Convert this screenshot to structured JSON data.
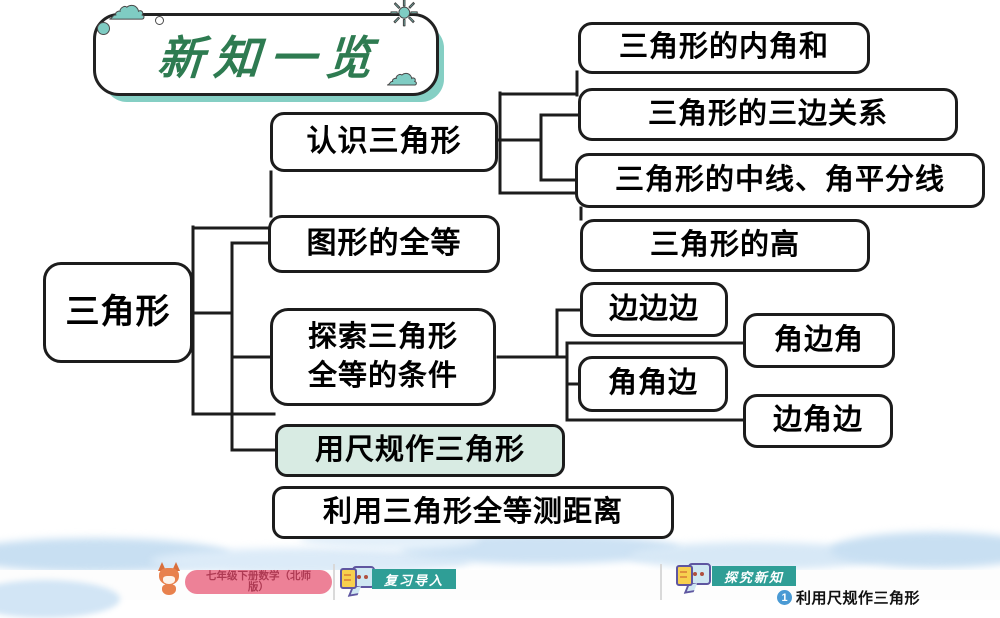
{
  "slide": {
    "title_badge": {
      "title": "新知一览"
    },
    "mindmap": {
      "root": "三角形",
      "level1": [
        {
          "label": "认识三角形"
        },
        {
          "label": "图形的全等"
        },
        {
          "label": "探索三角形全等的条件",
          "lines": [
            "探索三角形",
            "全等的条件"
          ]
        },
        {
          "label": "用尺规作三角形",
          "highlighted": true
        },
        {
          "label": "利用三角形全等测距离"
        }
      ],
      "renshi_children": [
        "三角形的内角和",
        "三角形的三边关系",
        "三角形的中线、角平分线",
        "三角形的高"
      ],
      "tansuo_children": [
        "边边边",
        "角边角",
        "角角边",
        "边角边"
      ]
    },
    "footer": {
      "textbook_lines": [
        "七年级下册数学（北师",
        "版）"
      ],
      "badge_review": "复习导入",
      "badge_explore": "探究新知",
      "subtopic_number": "1",
      "subtopic_title": "利用尺规作三角形"
    },
    "icons": {
      "cloud": "☁",
      "sun": "☀"
    },
    "colors": {
      "title_green": "#2e7b51",
      "highlight_mint": "#d8ebe3",
      "badge_teal": "#2f9e96",
      "pill_pink": "#ed8197",
      "decor_teal": "#7fccc3",
      "cloud_blue": "#cbe1f3",
      "number_blue": "#4a9ad4",
      "line_black": "#1c1c1c"
    }
  }
}
